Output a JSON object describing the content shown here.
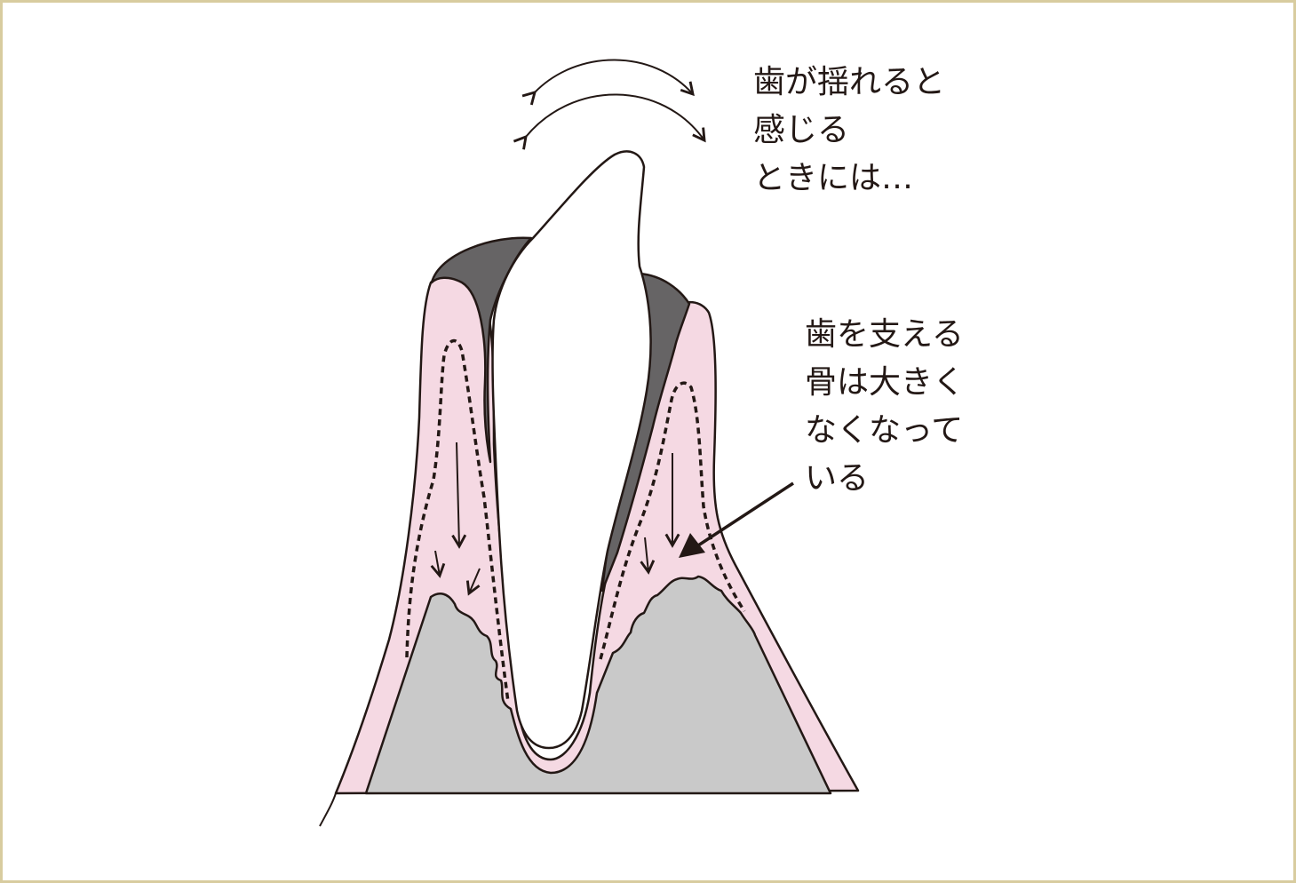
{
  "captions": {
    "movement": [
      "歯が揺れると",
      "感じる",
      "ときには…"
    ],
    "bone_loss": [
      "歯を支える",
      "骨は大きく",
      "なくなって",
      "いる"
    ]
  },
  "colors": {
    "frame": "#d8cc9f",
    "outline": "#231815",
    "gum": "#f5d9e3",
    "bone": "#c9c9c9",
    "tartar": "#666465",
    "tooth": "#ffffff"
  }
}
